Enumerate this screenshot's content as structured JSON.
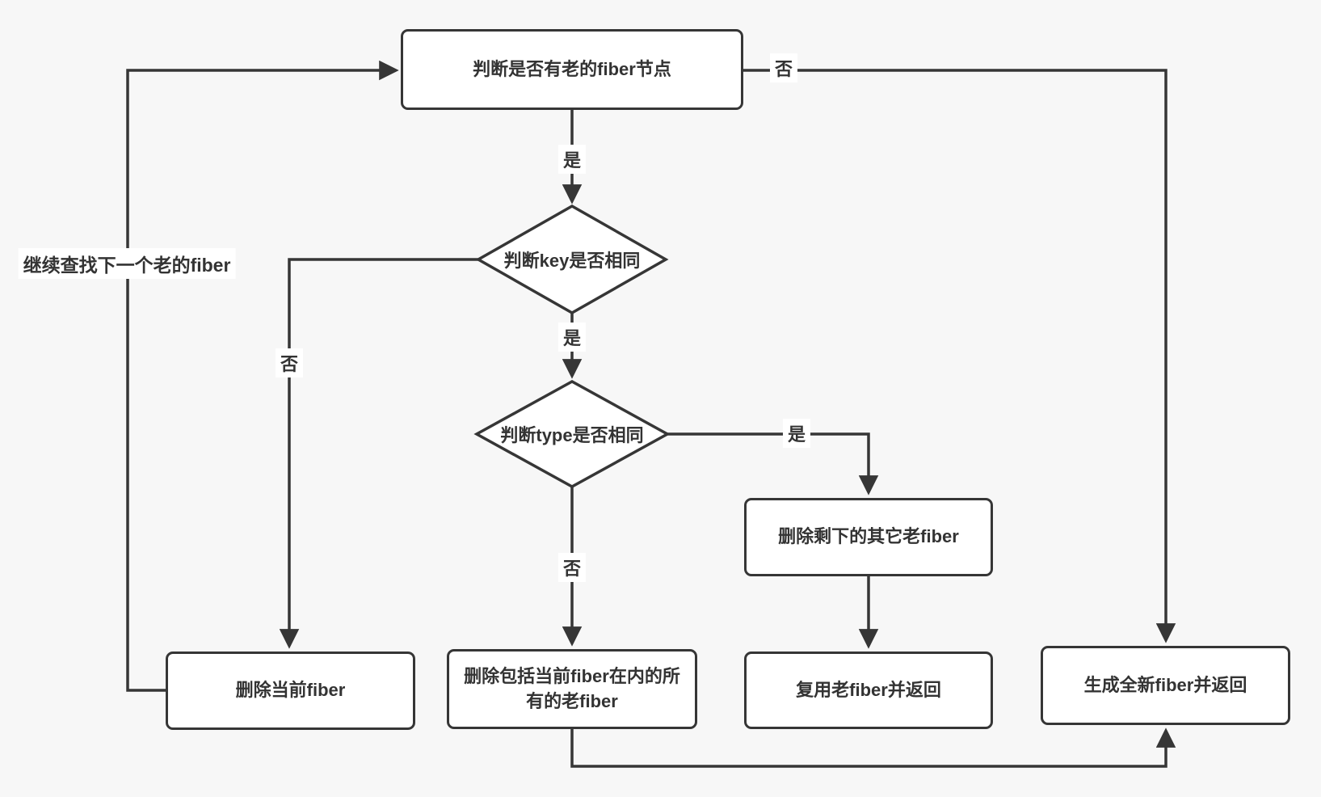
{
  "title": "fiber diff flowchart",
  "colors": {
    "background": "#f7f7f7",
    "line": "#363636",
    "node_fill": "#ffffff",
    "text": "#333333"
  },
  "nodes": {
    "check_old_fiber": {
      "label": "判断是否有老的fiber节点",
      "shape": "rect"
    },
    "key_same": {
      "label": "判断key是否相同",
      "shape": "diamond"
    },
    "type_same": {
      "label": "判断type是否相同",
      "shape": "diamond"
    },
    "delete_current": {
      "label": "删除当前fiber",
      "shape": "rect"
    },
    "delete_all_old": {
      "label": "删除包括当前fiber在内的所有的老fiber",
      "shape": "rect"
    },
    "delete_rest_old": {
      "label": "删除剩下的其它老fiber",
      "shape": "rect"
    },
    "reuse_old": {
      "label": "复用老fiber并返回",
      "shape": "rect"
    },
    "create_new": {
      "label": "生成全新fiber并返回",
      "shape": "rect"
    }
  },
  "edges": [
    {
      "from": "delete_current",
      "to": "check_old_fiber",
      "label": "继续查找下一个老的fiber"
    },
    {
      "from": "check_old_fiber",
      "to": "key_same",
      "label": "是"
    },
    {
      "from": "check_old_fiber",
      "to": "create_new",
      "label": "否"
    },
    {
      "from": "key_same",
      "to": "type_same",
      "label": "是"
    },
    {
      "from": "key_same",
      "to": "delete_current",
      "label": "否"
    },
    {
      "from": "type_same",
      "to": "delete_rest_old",
      "label": "是"
    },
    {
      "from": "type_same",
      "to": "delete_all_old",
      "label": "否"
    },
    {
      "from": "delete_rest_old",
      "to": "reuse_old",
      "label": ""
    },
    {
      "from": "delete_all_old",
      "to": "create_new",
      "label": ""
    }
  ]
}
